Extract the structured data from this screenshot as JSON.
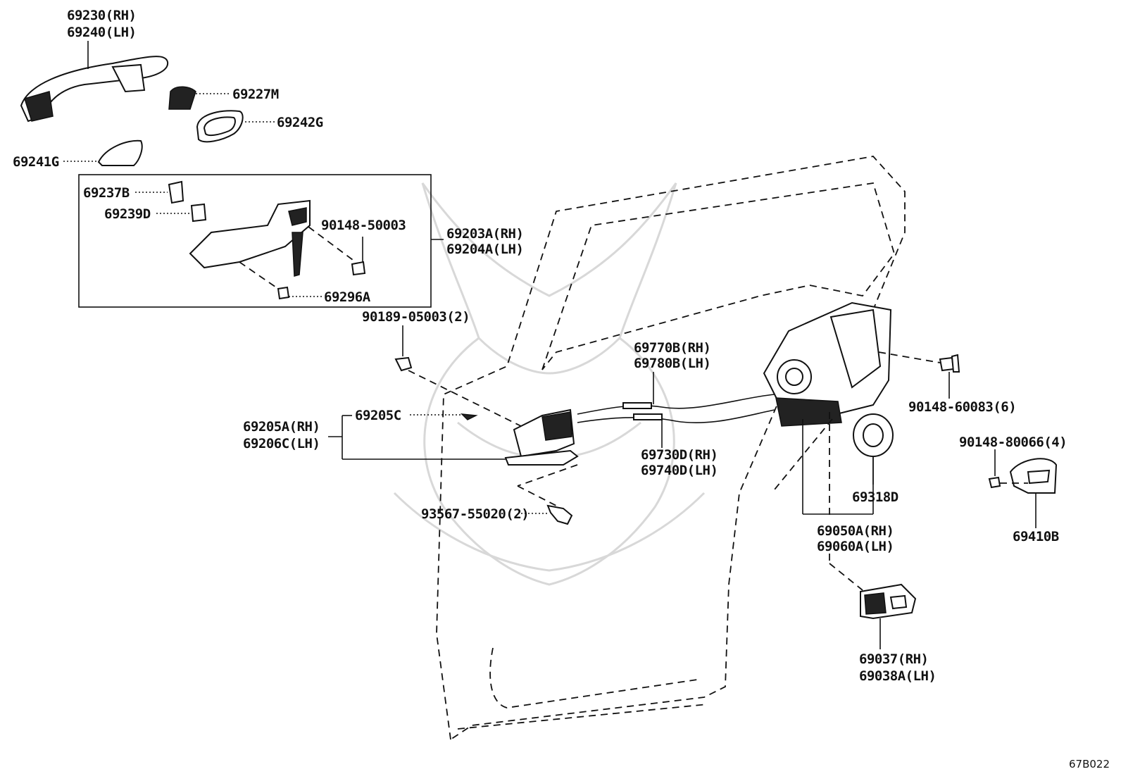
{
  "diagram_code": "67B022",
  "labels": {
    "p69230": "69230(RH)",
    "p69240": "69240(LH)",
    "p69227M": "69227M",
    "p69242G": "69242G",
    "p69241G": "69241G",
    "p69237B": "69237B",
    "p69239D": "69239D",
    "p90148_50003": "90148-50003",
    "p69203A": "69203A(RH)",
    "p69204A": "69204A(LH)",
    "p69296A": "69296A",
    "p90189": "90189-05003(2)",
    "p69770B": "69770B(RH)",
    "p69780B": "69780B(LH)",
    "p69205C": "69205C",
    "p69205A": "69205A(RH)",
    "p69206C": "69206C(LH)",
    "p69730D": "69730D(RH)",
    "p69740D": "69740D(LH)",
    "p93567": "93567-55020(2)",
    "p90148_60083": "90148-60083(6)",
    "p90148_80066": "90148-80066(4)",
    "p69318D": "69318D",
    "p69050A": "69050A(RH)",
    "p69060A": "69060A(LH)",
    "p69410B": "69410B",
    "p69037": "69037(RH)",
    "p69038A": "69038A(LH)"
  }
}
